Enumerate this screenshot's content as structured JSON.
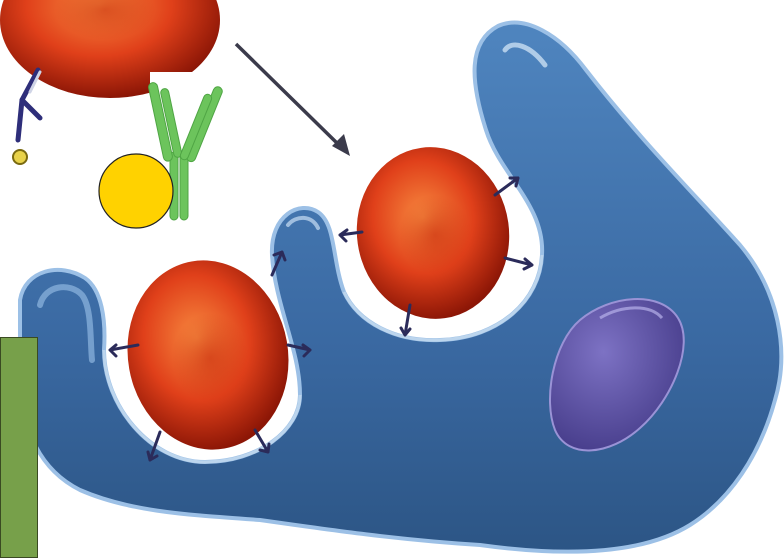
{
  "title": "",
  "colors": {
    "background": "#ffffff",
    "macrophage": "#3d6ea8",
    "macrophage_light": "#7fa9d6",
    "macrophage_dark": "#24466f",
    "rbc": "#e0401a",
    "rbc_light": "#f47a3a",
    "rbc_dark": "#9e1d08",
    "nucleus": "#5a4fa0",
    "antibody": "#6cc45c",
    "antigen": "#ffd200",
    "green_panel": "#77a04a",
    "arrow": "#3b3b4b",
    "receptor": "#2e2e7a"
  },
  "icons": {
    "cell": "macrophage-cell",
    "nucleus": "nucleus-shape",
    "red_cells": "red-blood-cell",
    "antibody": "y-shaped-antibody",
    "antigen": "yellow-circle-antigen",
    "arrow": "pointer-arrow"
  }
}
